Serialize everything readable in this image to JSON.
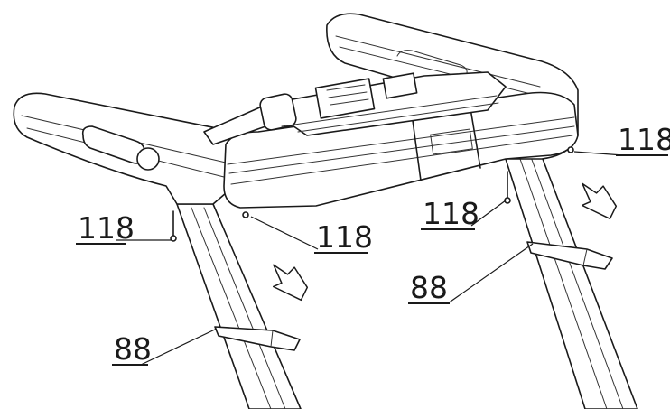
{
  "figure": {
    "callouts": [
      {
        "id": "left-upright-screw",
        "label": "118"
      },
      {
        "id": "left-front-screw",
        "label": "118"
      },
      {
        "id": "right-upright-screw",
        "label": "118"
      },
      {
        "id": "right-front-screw",
        "label": "118"
      },
      {
        "id": "left-upright-cover",
        "label": "88"
      },
      {
        "id": "right-upright-cover",
        "label": "88"
      }
    ],
    "arrow_icon": "hollow-up-arrow"
  }
}
